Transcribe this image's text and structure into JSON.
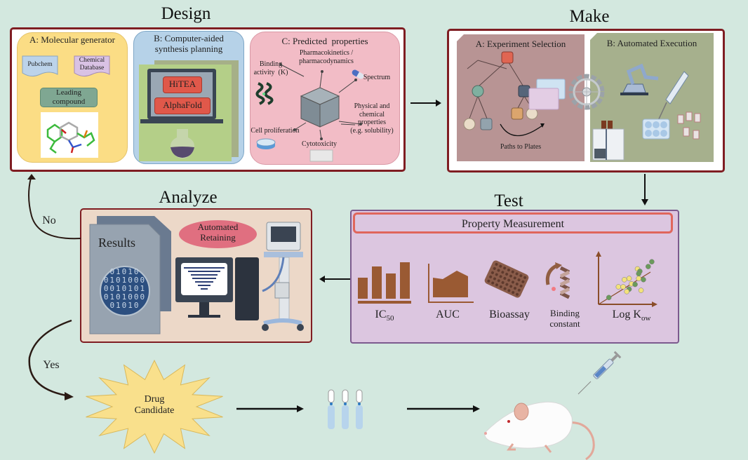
{
  "stages": {
    "design": {
      "title": "Design",
      "panel_a": {
        "title": "A: Molecular generator",
        "source_1": "Pubchem",
        "source_2_line1": "Chemical",
        "source_2_line2": "Database",
        "lead_line1": "Leading",
        "lead_line2": "compound"
      },
      "panel_b": {
        "title_line1": "B: Computer-aided",
        "title_line2": "synthesis planning",
        "tool_1": "HiTEA",
        "tool_2": "AlphaFold"
      },
      "panel_c": {
        "title": "C: Predicted  properties",
        "binding_line1": "Binding",
        "binding_line2": "activity  (K)",
        "pk_line1": "Pharmacokinetics /",
        "pk_line2": "pharmacodynamics",
        "spectrum": "Spectrum",
        "phys_line1": "Physical and",
        "phys_line2": "chemical",
        "phys_line3": "properties",
        "phys_line4": "(e.g. solubility)",
        "cell": "Cell proliferation",
        "cyto": "Cytotoxicity"
      }
    },
    "make": {
      "title": "Make",
      "panel_a": {
        "title": "A: Experiment Selection",
        "caption": "Paths to Plates"
      },
      "panel_b": {
        "title": "B: Automated Execution"
      }
    },
    "test": {
      "title": "Test",
      "header": "Property Measurement",
      "items": [
        {
          "label": "IC",
          "sub": "50"
        },
        {
          "label": "AUC",
          "sub": ""
        },
        {
          "label": "Bioassay",
          "sub": ""
        },
        {
          "label": "Binding",
          "label2": "constant"
        },
        {
          "label": "Log K",
          "sub": "ow"
        }
      ]
    },
    "analyze": {
      "title": "Analyze",
      "results": "Results",
      "binary": [
        "01010",
        "0101000",
        "0010101",
        "0101000",
        "01010"
      ],
      "retrain_line1": "Automated",
      "retrain_line2": "Retaining"
    }
  },
  "flow": {
    "no_label": "No",
    "yes_label": "Yes",
    "candidate_line1": "Drug",
    "candidate_line2": "Candidate"
  },
  "colors": {
    "background": "#d3e8df",
    "frame": "#7f1d22",
    "accent_brown": "#9a5a33",
    "test_bg": "#dcc6e0"
  }
}
